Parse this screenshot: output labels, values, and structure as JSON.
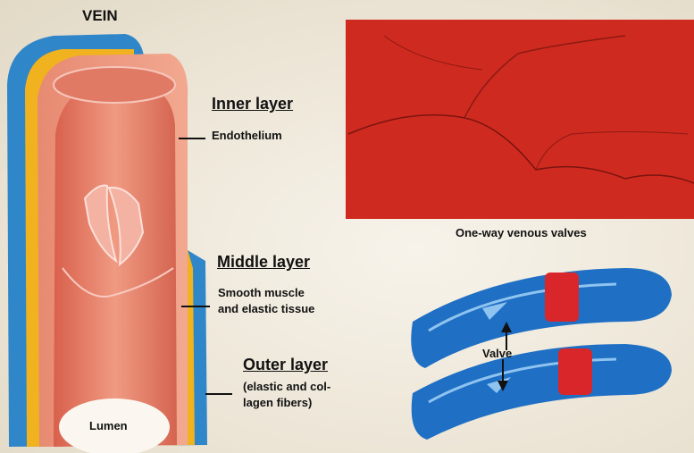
{
  "title": "VEIN",
  "layers": {
    "inner": {
      "heading": "Inner layer",
      "detail": "Endothelium"
    },
    "middle": {
      "heading": "Middle layer",
      "detail_line1": "Smooth muscle",
      "detail_line2": "and elastic tissue"
    },
    "outer": {
      "heading": "Outer layer",
      "detail_line1": "(elastic and col-",
      "detail_line2": "lagen fibers)"
    }
  },
  "lumen_label": "Lumen",
  "photo_caption": "One-way venous valves",
  "valve_label": "Valve",
  "colors": {
    "outer_layer": "#2f86c8",
    "middle_layer": "#f0b21e",
    "inner_layer": "#e07a64",
    "photo": "#cf2a1f",
    "vessel_blue": "#1f6fc4"
  }
}
